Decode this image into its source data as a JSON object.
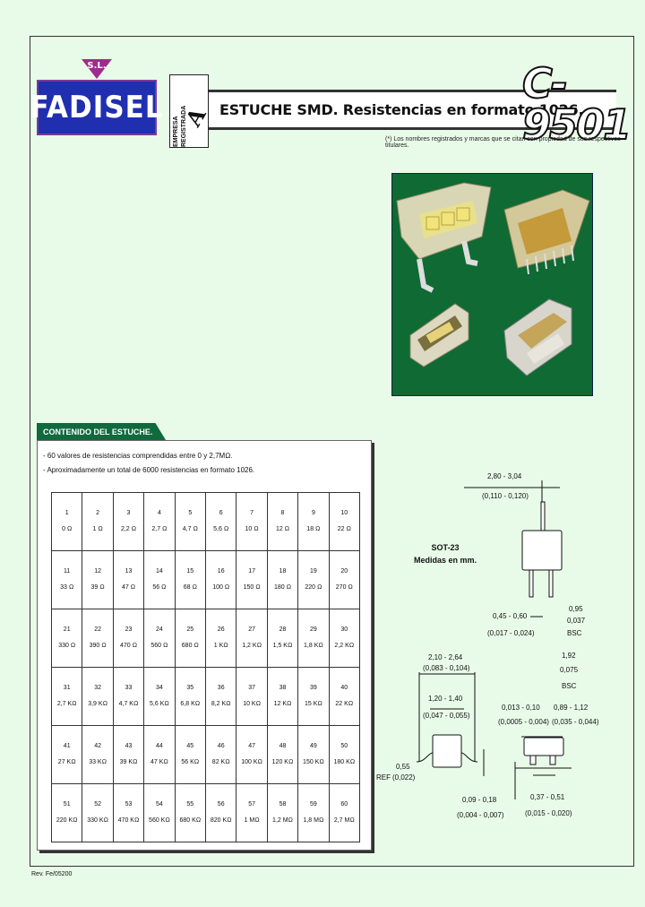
{
  "brand": {
    "sl": "S.L.",
    "name": "FADISEL"
  },
  "cert": {
    "text": "EMPRESA REGISTRADA",
    "mark": "A"
  },
  "header": {
    "title": "ESTUCHE SMD. Resistencias en formato 1026.",
    "code": "C-9501",
    "notice": "(*) Los nombres registrados y marcas que se citan son propiedad de sus respectivos titulares."
  },
  "section": {
    "header": "CONTENIDO DEL ESTUCHE.",
    "bullets": [
      "- 60 valores de resistencias comprendidas entre 0 y 2,7MΩ.",
      "- Aproximadamente un total de 6000 resistencias en formato 1026."
    ]
  },
  "values": [
    [
      "1",
      "0 Ω"
    ],
    [
      "2",
      "1 Ω"
    ],
    [
      "3",
      "2,2 Ω"
    ],
    [
      "4",
      "2,7 Ω"
    ],
    [
      "5",
      "4,7 Ω"
    ],
    [
      "6",
      "5,6 Ω"
    ],
    [
      "7",
      "10 Ω"
    ],
    [
      "8",
      "12 Ω"
    ],
    [
      "9",
      "18 Ω"
    ],
    [
      "10",
      "22 Ω"
    ],
    [
      "11",
      "33 Ω"
    ],
    [
      "12",
      "39 Ω"
    ],
    [
      "13",
      "47 Ω"
    ],
    [
      "14",
      "56 Ω"
    ],
    [
      "15",
      "68 Ω"
    ],
    [
      "16",
      "100 Ω"
    ],
    [
      "17",
      "150 Ω"
    ],
    [
      "18",
      "180 Ω"
    ],
    [
      "19",
      "220 Ω"
    ],
    [
      "20",
      "270 Ω"
    ],
    [
      "21",
      "330 Ω"
    ],
    [
      "22",
      "390 Ω"
    ],
    [
      "23",
      "470 Ω"
    ],
    [
      "24",
      "560 Ω"
    ],
    [
      "25",
      "680 Ω"
    ],
    [
      "26",
      "1 KΩ"
    ],
    [
      "27",
      "1,2 KΩ"
    ],
    [
      "28",
      "1,5 KΩ"
    ],
    [
      "29",
      "1,8 KΩ"
    ],
    [
      "30",
      "2,2 KΩ"
    ],
    [
      "31",
      "2,7 KΩ"
    ],
    [
      "32",
      "3,9 KΩ"
    ],
    [
      "33",
      "4,7 KΩ"
    ],
    [
      "34",
      "5,6 KΩ"
    ],
    [
      "35",
      "6,8 KΩ"
    ],
    [
      "36",
      "8,2 KΩ"
    ],
    [
      "37",
      "10 KΩ"
    ],
    [
      "38",
      "12 KΩ"
    ],
    [
      "39",
      "15 KΩ"
    ],
    [
      "40",
      "22 KΩ"
    ],
    [
      "41",
      "27 KΩ"
    ],
    [
      "42",
      "33 KΩ"
    ],
    [
      "43",
      "39 KΩ"
    ],
    [
      "44",
      "47 KΩ"
    ],
    [
      "45",
      "56 KΩ"
    ],
    [
      "46",
      "82 KΩ"
    ],
    [
      "47",
      "100 KΩ"
    ],
    [
      "48",
      "120 KΩ"
    ],
    [
      "49",
      "150 KΩ"
    ],
    [
      "50",
      "180 KΩ"
    ],
    [
      "51",
      "220 KΩ"
    ],
    [
      "52",
      "330 KΩ"
    ],
    [
      "53",
      "470 KΩ"
    ],
    [
      "54",
      "560 KΩ"
    ],
    [
      "55",
      "680 KΩ"
    ],
    [
      "56",
      "820 KΩ"
    ],
    [
      "57",
      "1 MΩ"
    ],
    [
      "58",
      "1,2 MΩ"
    ],
    [
      "59",
      "1,8 MΩ"
    ],
    [
      "60",
      "2,7 MΩ"
    ]
  ],
  "diagram": {
    "package": "SOT-23",
    "units": "Medidas en mm.",
    "dims": {
      "top_width": "2,80 - 3,04",
      "top_width_in": "(0,110 - 0,120)",
      "lead_w": "0,45 - 0,60",
      "lead_w_in": "(0,017 - 0,024)",
      "pitch1": "0,95",
      "pitch1_in": "0,037",
      "bsc1": "BSC",
      "pitch2": "1,92",
      "pitch2_in": "0,075",
      "bsc2": "BSC",
      "side_w": "2,10 - 2,64",
      "side_w_in": "(0,083 - 0,104)",
      "body_w": "1,20 - 1,40",
      "body_w_in": "(0,047 - 0,055)",
      "ref": "REF",
      "ref_v": "0,55",
      "ref_in": "(0,022)",
      "foot": "0,09 - 0,18",
      "foot_in": "(0,004 - 0,007)",
      "standoff": "0,013 - 0,10",
      "standoff_in": "(0,0005 - 0,004)",
      "height": "0,89 - 1,12",
      "height_in": "(0,035 - 0,044)",
      "lead_len": "0,37 - 0,51",
      "lead_len_in": "(0,015 - 0,020)"
    }
  },
  "footer": {
    "rev": "Rev. Fe/05200"
  }
}
